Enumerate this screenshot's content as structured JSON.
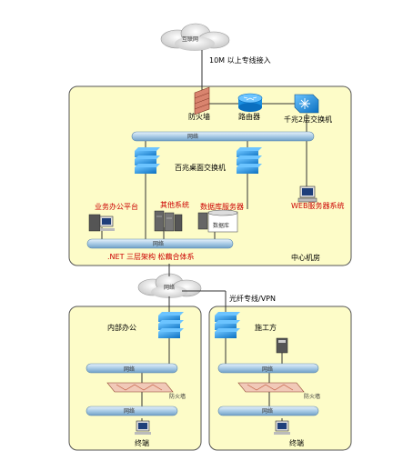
{
  "internet": {
    "label": "互联网"
  },
  "uplink": {
    "label": "10M 以上专线接入"
  },
  "center": {
    "firewall_label": "防火墙",
    "router_label": "路由器",
    "core_switch_label": "千兆2层交换机",
    "backbone_label": "网络",
    "desktop_switch_label": "百兆桌面交换机",
    "web_server_label": "WEB服务器系统",
    "office_platform_label": "业务办公平台",
    "other_system_label": "其他系统",
    "db_server_label": "数据库服务器",
    "db_label": "数据库",
    "lan_label": "网络",
    "architecture_label": ".NET 三层架构 松藕合体系",
    "room_label": "中心机房"
  },
  "wan": {
    "cloud_label": "网络",
    "link_label": "光纤专线/VPN"
  },
  "office": {
    "title": "内部办公",
    "lan_top_label": "网络",
    "firewall_label": "防火墙",
    "lan_bottom_label": "网络",
    "terminal_label": "终端"
  },
  "contractor": {
    "title": "施工方",
    "lan_top_label": "网络",
    "firewall_label": "防火墙",
    "lan_bottom_label": "网络",
    "terminal_label": "终端"
  },
  "colors": {
    "zone_fill": "#fdfcc8",
    "zone_border": "#555555",
    "pipe": "#a9cbe6",
    "switch": "#1a8fe0",
    "label_red": "#cc0000"
  }
}
